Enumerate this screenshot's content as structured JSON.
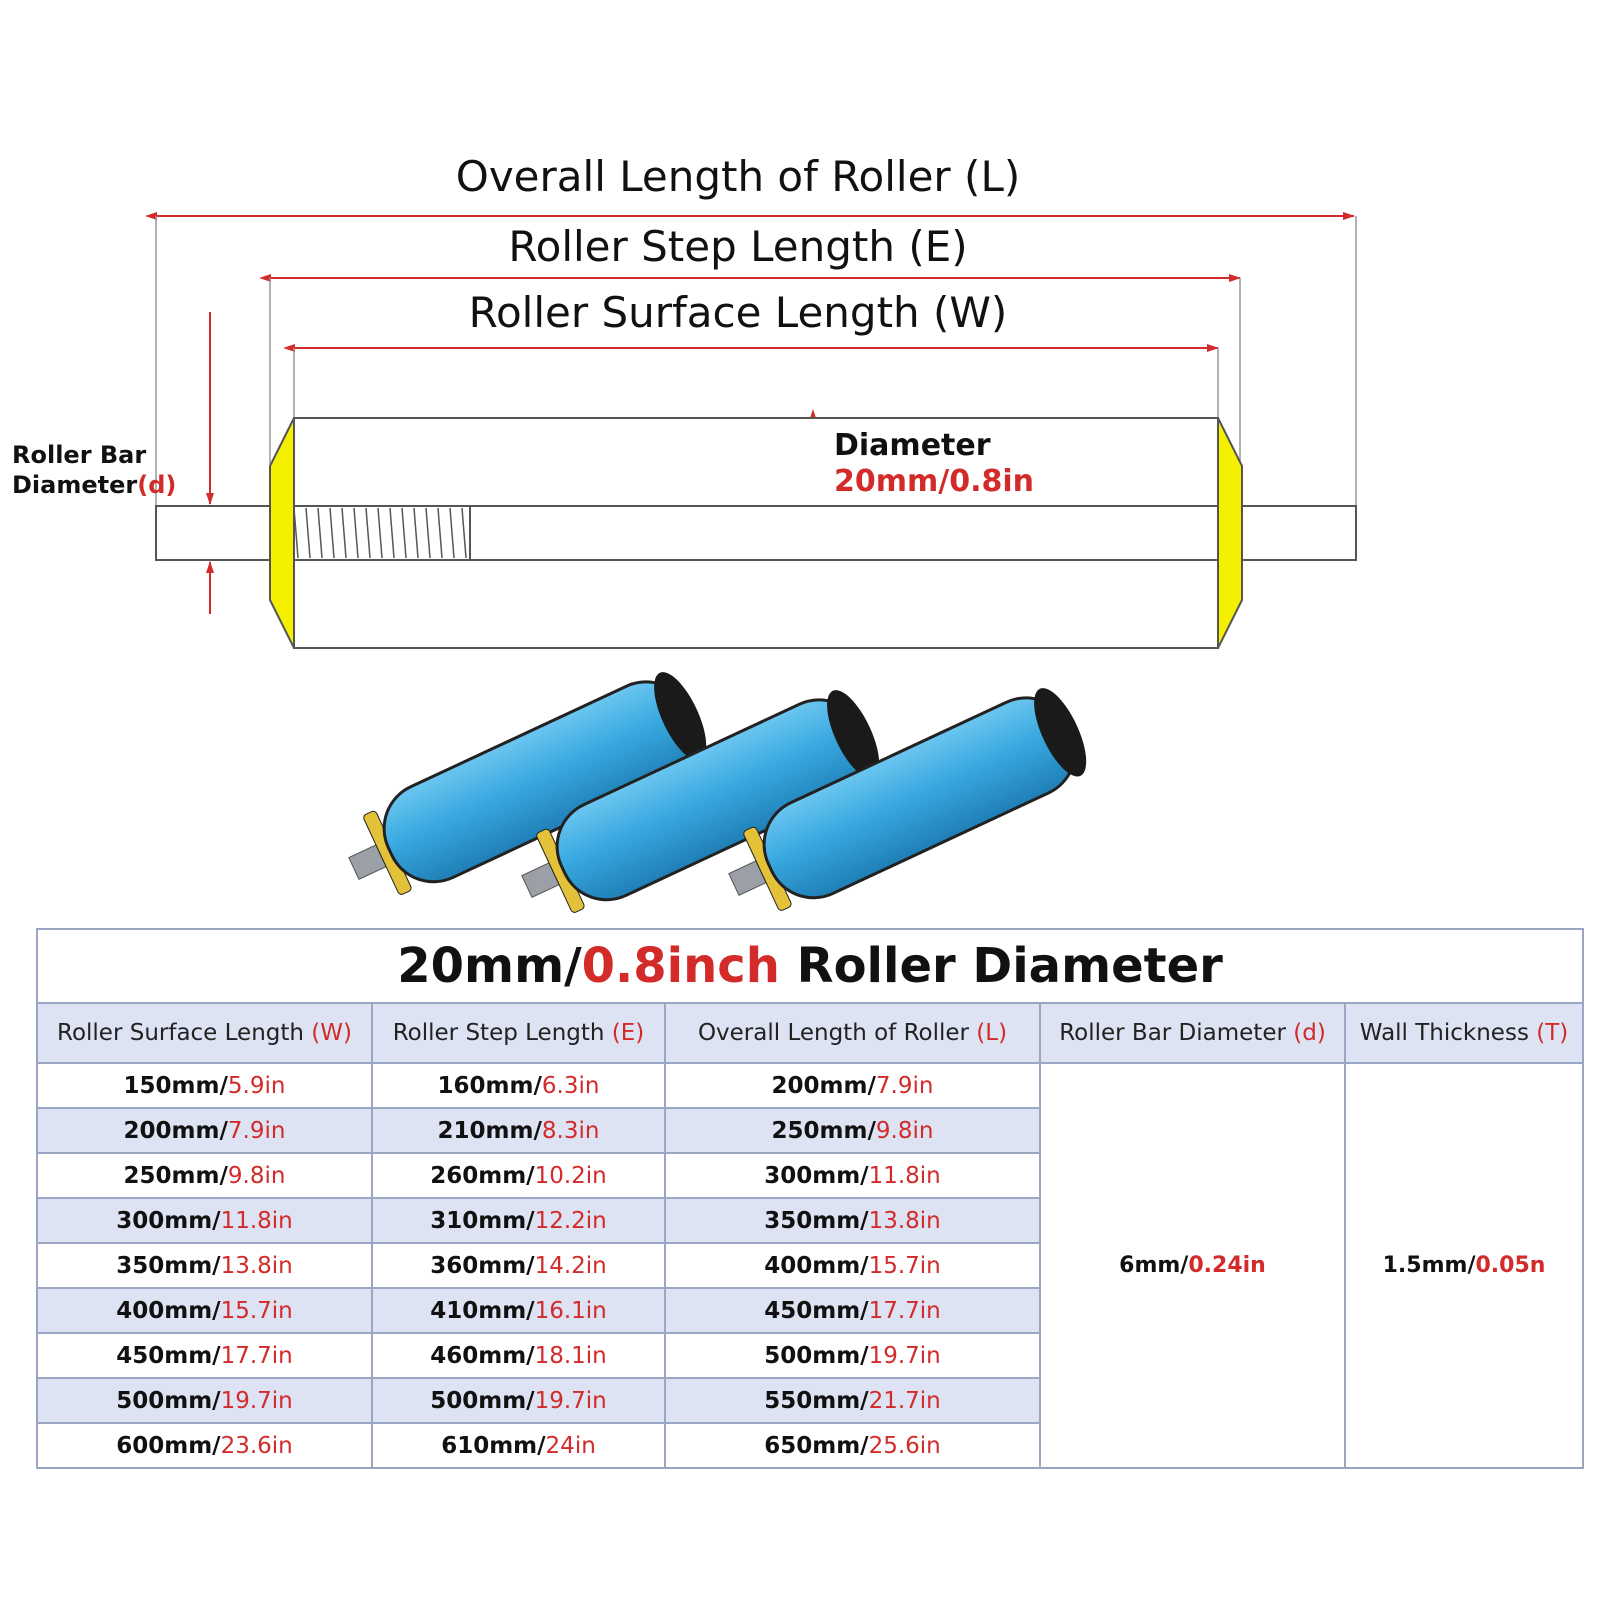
{
  "diagram": {
    "overall_label": "Overall Length of Roller (L)",
    "step_label": "Roller Step Length (E)",
    "surface_label": "Roller Surface Length (W)",
    "bar_label_line1": "Roller Bar",
    "bar_label_line2": "Diameter",
    "bar_label_symbol": "(d)",
    "diameter_label": "Diameter",
    "diameter_value": "20mm/0.8in"
  },
  "colors": {
    "dimension_red": "#d32a2a",
    "end_cap_yellow": "#f5f000",
    "roller_blue": "#38a9e0",
    "table_border": "#9aa6c4",
    "table_stripe": "#dde3f3"
  },
  "table": {
    "title_part1": "20mm/",
    "title_part2": "0.8inch",
    "title_part3": " Roller Diameter",
    "headers": [
      {
        "text": "Roller Surface Length ",
        "sym": "(W)"
      },
      {
        "text": "Roller Step Length ",
        "sym": "(E)"
      },
      {
        "text": "Overall Length of Roller ",
        "sym": "(L)"
      },
      {
        "text": "Roller Bar Diameter ",
        "sym": "(d)"
      },
      {
        "text": "Wall Thickness ",
        "sym": "(T)"
      }
    ],
    "rows": [
      [
        {
          "mm": "150mm/",
          "in": "5.9in"
        },
        {
          "mm": "160mm/",
          "in": "6.3in"
        },
        {
          "mm": "200mm/",
          "in": "7.9in"
        }
      ],
      [
        {
          "mm": "200mm/",
          "in": "7.9in"
        },
        {
          "mm": "210mm/",
          "in": "8.3in"
        },
        {
          "mm": "250mm/",
          "in": "9.8in"
        }
      ],
      [
        {
          "mm": "250mm/",
          "in": "9.8in"
        },
        {
          "mm": "260mm/",
          "in": "10.2in"
        },
        {
          "mm": "300mm/",
          "in": "11.8in"
        }
      ],
      [
        {
          "mm": "300mm/",
          "in": "11.8in"
        },
        {
          "mm": "310mm/",
          "in": "12.2in"
        },
        {
          "mm": "350mm/",
          "in": "13.8in"
        }
      ],
      [
        {
          "mm": "350mm/",
          "in": "13.8in"
        },
        {
          "mm": "360mm/",
          "in": "14.2in"
        },
        {
          "mm": "400mm/",
          "in": "15.7in"
        }
      ],
      [
        {
          "mm": "400mm/",
          "in": "15.7in"
        },
        {
          "mm": "410mm/",
          "in": "16.1in"
        },
        {
          "mm": "450mm/",
          "in": "17.7in"
        }
      ],
      [
        {
          "mm": "450mm/",
          "in": "17.7in"
        },
        {
          "mm": "460mm/",
          "in": "18.1in"
        },
        {
          "mm": "500mm/",
          "in": "19.7in"
        }
      ],
      [
        {
          "mm": "500mm/",
          "in": "19.7in"
        },
        {
          "mm": "500mm/",
          "in": "19.7in"
        },
        {
          "mm": "550mm/",
          "in": "21.7in"
        }
      ],
      [
        {
          "mm": "600mm/",
          "in": "23.6in"
        },
        {
          "mm": "610mm/",
          "in": "24in"
        },
        {
          "mm": "650mm/",
          "in": "25.6in"
        }
      ]
    ],
    "bar_diameter": {
      "mm": "6mm/",
      "in": "0.24in"
    },
    "wall_thickness": {
      "mm": "1.5mm/",
      "in": "0.05n"
    }
  }
}
